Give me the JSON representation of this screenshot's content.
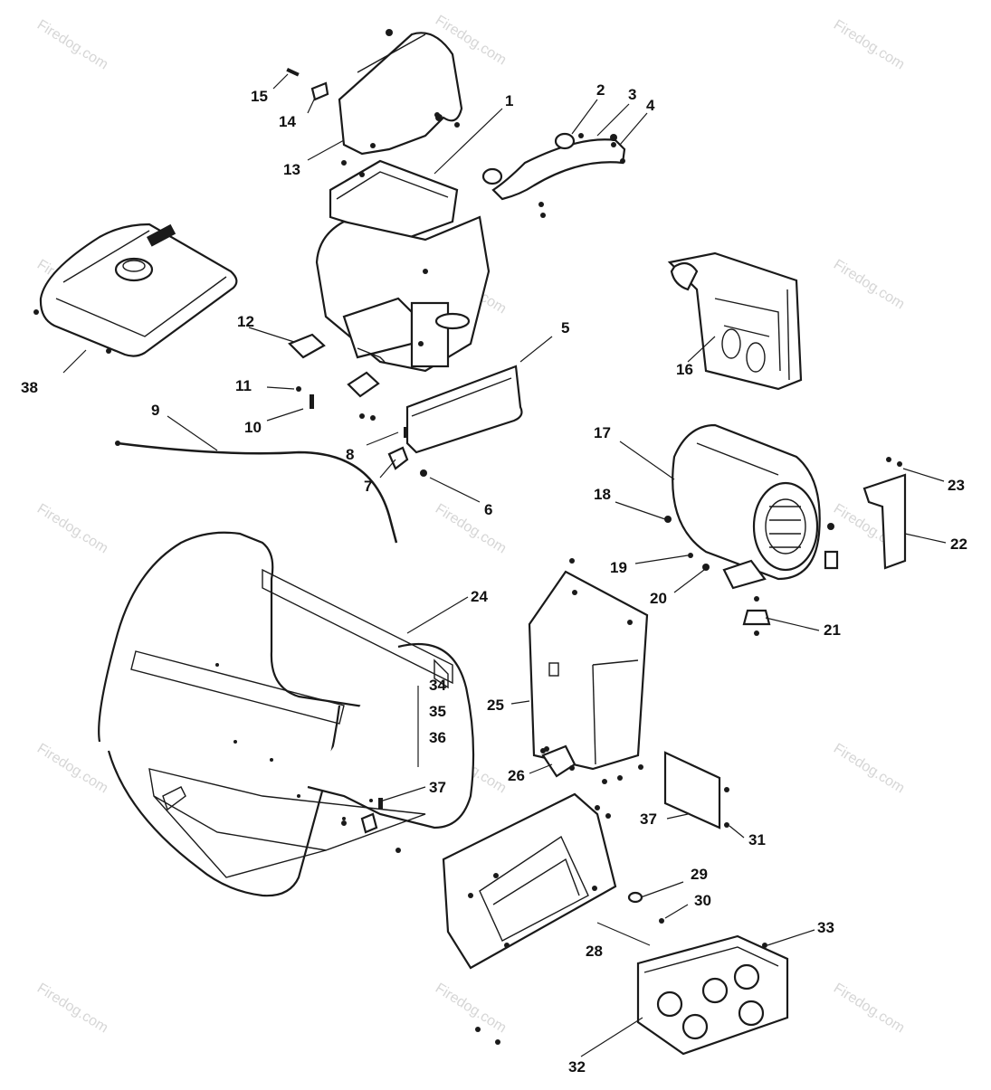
{
  "watermark": "Firedog.com",
  "callouts": [
    {
      "id": "c1",
      "text": "1"
    },
    {
      "id": "c2",
      "text": "2"
    },
    {
      "id": "c3",
      "text": "3"
    },
    {
      "id": "c4",
      "text": "4"
    },
    {
      "id": "c5",
      "text": "5"
    },
    {
      "id": "c6",
      "text": "6"
    },
    {
      "id": "c7",
      "text": "7"
    },
    {
      "id": "c8",
      "text": "8"
    },
    {
      "id": "c9",
      "text": "9"
    },
    {
      "id": "c10",
      "text": "10"
    },
    {
      "id": "c11",
      "text": "11"
    },
    {
      "id": "c12",
      "text": "12"
    },
    {
      "id": "c13",
      "text": "13"
    },
    {
      "id": "c14",
      "text": "14"
    },
    {
      "id": "c15",
      "text": "15"
    },
    {
      "id": "c16",
      "text": "16"
    },
    {
      "id": "c17",
      "text": "17"
    },
    {
      "id": "c18",
      "text": "18"
    },
    {
      "id": "c19",
      "text": "19"
    },
    {
      "id": "c20",
      "text": "20"
    },
    {
      "id": "c21",
      "text": "21"
    },
    {
      "id": "c22",
      "text": "22"
    },
    {
      "id": "c23",
      "text": "23"
    },
    {
      "id": "c24",
      "text": "24"
    },
    {
      "id": "c25",
      "text": "25"
    },
    {
      "id": "c26",
      "text": "26"
    },
    {
      "id": "c28",
      "text": "28"
    },
    {
      "id": "c29",
      "text": "29"
    },
    {
      "id": "c30",
      "text": "30"
    },
    {
      "id": "c31",
      "text": "31"
    },
    {
      "id": "c32",
      "text": "32"
    },
    {
      "id": "c33",
      "text": "33"
    },
    {
      "id": "c34",
      "text": "34"
    },
    {
      "id": "c35",
      "text": "35"
    },
    {
      "id": "c36",
      "text": "36"
    },
    {
      "id": "c37a",
      "text": "37"
    },
    {
      "id": "c37b",
      "text": "37"
    },
    {
      "id": "c38",
      "text": "38"
    }
  ]
}
